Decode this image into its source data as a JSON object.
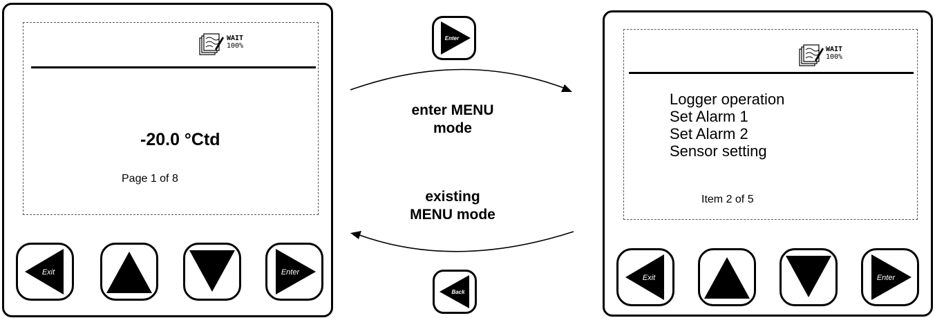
{
  "left_device": {
    "status": {
      "line1": "WAIT",
      "line2": "100%"
    },
    "reading": "-20.0 °Ctd",
    "page_info": "Page 1 of 8",
    "keys": {
      "exit": "Exit",
      "enter": "Enter"
    }
  },
  "right_device": {
    "status": {
      "line1": "WAIT",
      "line2": "100%"
    },
    "menu_items": [
      "Logger operation",
      "Set Alarm 1",
      "Set Alarm 2",
      "Sensor setting"
    ],
    "item_info": "Item 2 of 5",
    "keys": {
      "exit": "Exit",
      "enter": "Enter"
    }
  },
  "transitions": {
    "enter": {
      "key": "Enter",
      "caption_line1": "enter MENU",
      "caption_line2": "mode"
    },
    "exit": {
      "key": "Back",
      "caption_line1": "existing",
      "caption_line2": "MENU mode"
    }
  }
}
